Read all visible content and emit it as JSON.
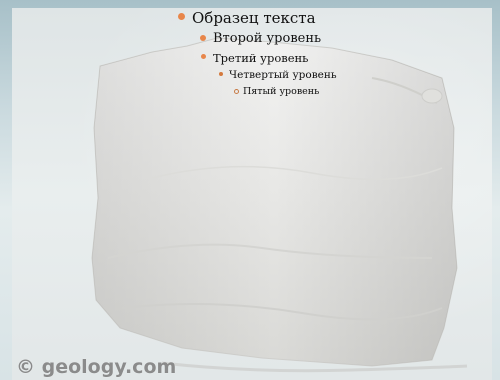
{
  "slide": {
    "bullets": {
      "level1": "Образец текста",
      "level2": "Второй уровень",
      "level3": "Третий уровень",
      "level4": "Четвертый уровень",
      "level5": "Пятый уровень"
    },
    "photo": {
      "watermark": "© geology.com",
      "accent_color": "#e8864a"
    }
  }
}
